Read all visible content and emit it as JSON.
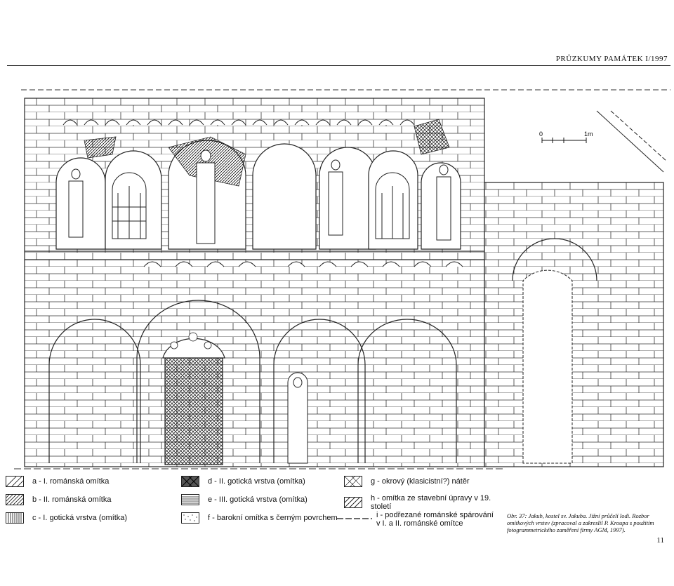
{
  "header": {
    "journal": "PRŮZKUMY PAMÁTEK I/1997"
  },
  "scale": {
    "start": "0",
    "end": "1m"
  },
  "legend": [
    {
      "code": "a",
      "label": "a - I. románská omítka",
      "pattern": "diag-sparse"
    },
    {
      "code": "b",
      "label": "b - II. románská omítka",
      "pattern": "diag-dense"
    },
    {
      "code": "c",
      "label": "c - I. gotická vrstva (omítka)",
      "pattern": "vertical"
    },
    {
      "code": "d",
      "label": "d - II. gotická vrstva (omítka)",
      "pattern": "crosshatch"
    },
    {
      "code": "e",
      "label": "e - III. gotická vrstva (omítka)",
      "pattern": "horizontal"
    },
    {
      "code": "f",
      "label": "f - barokní omítka s černým povrchem",
      "pattern": "dots"
    },
    {
      "code": "g",
      "label": "g - okrový (klasicistní?) nátěr",
      "pattern": "grid-dot"
    },
    {
      "code": "h",
      "label": "h - omítka ze stavební úpravy v 19. století",
      "pattern": "diag-alt"
    },
    {
      "code": "i",
      "label": "i - podřezané románské spárování v I. a II. románské omítce",
      "pattern": "dash-line"
    }
  ],
  "caption": "Obr. 37: Jakub, kostel sv. Jakuba. Jižní průčelí lodi. Rozbor omítkových vrstev (zpracoval a zakreslil P. Kroupa s použitím fotogrammetrického zaměření firmy AGM, 1997).",
  "page_number": "11"
}
